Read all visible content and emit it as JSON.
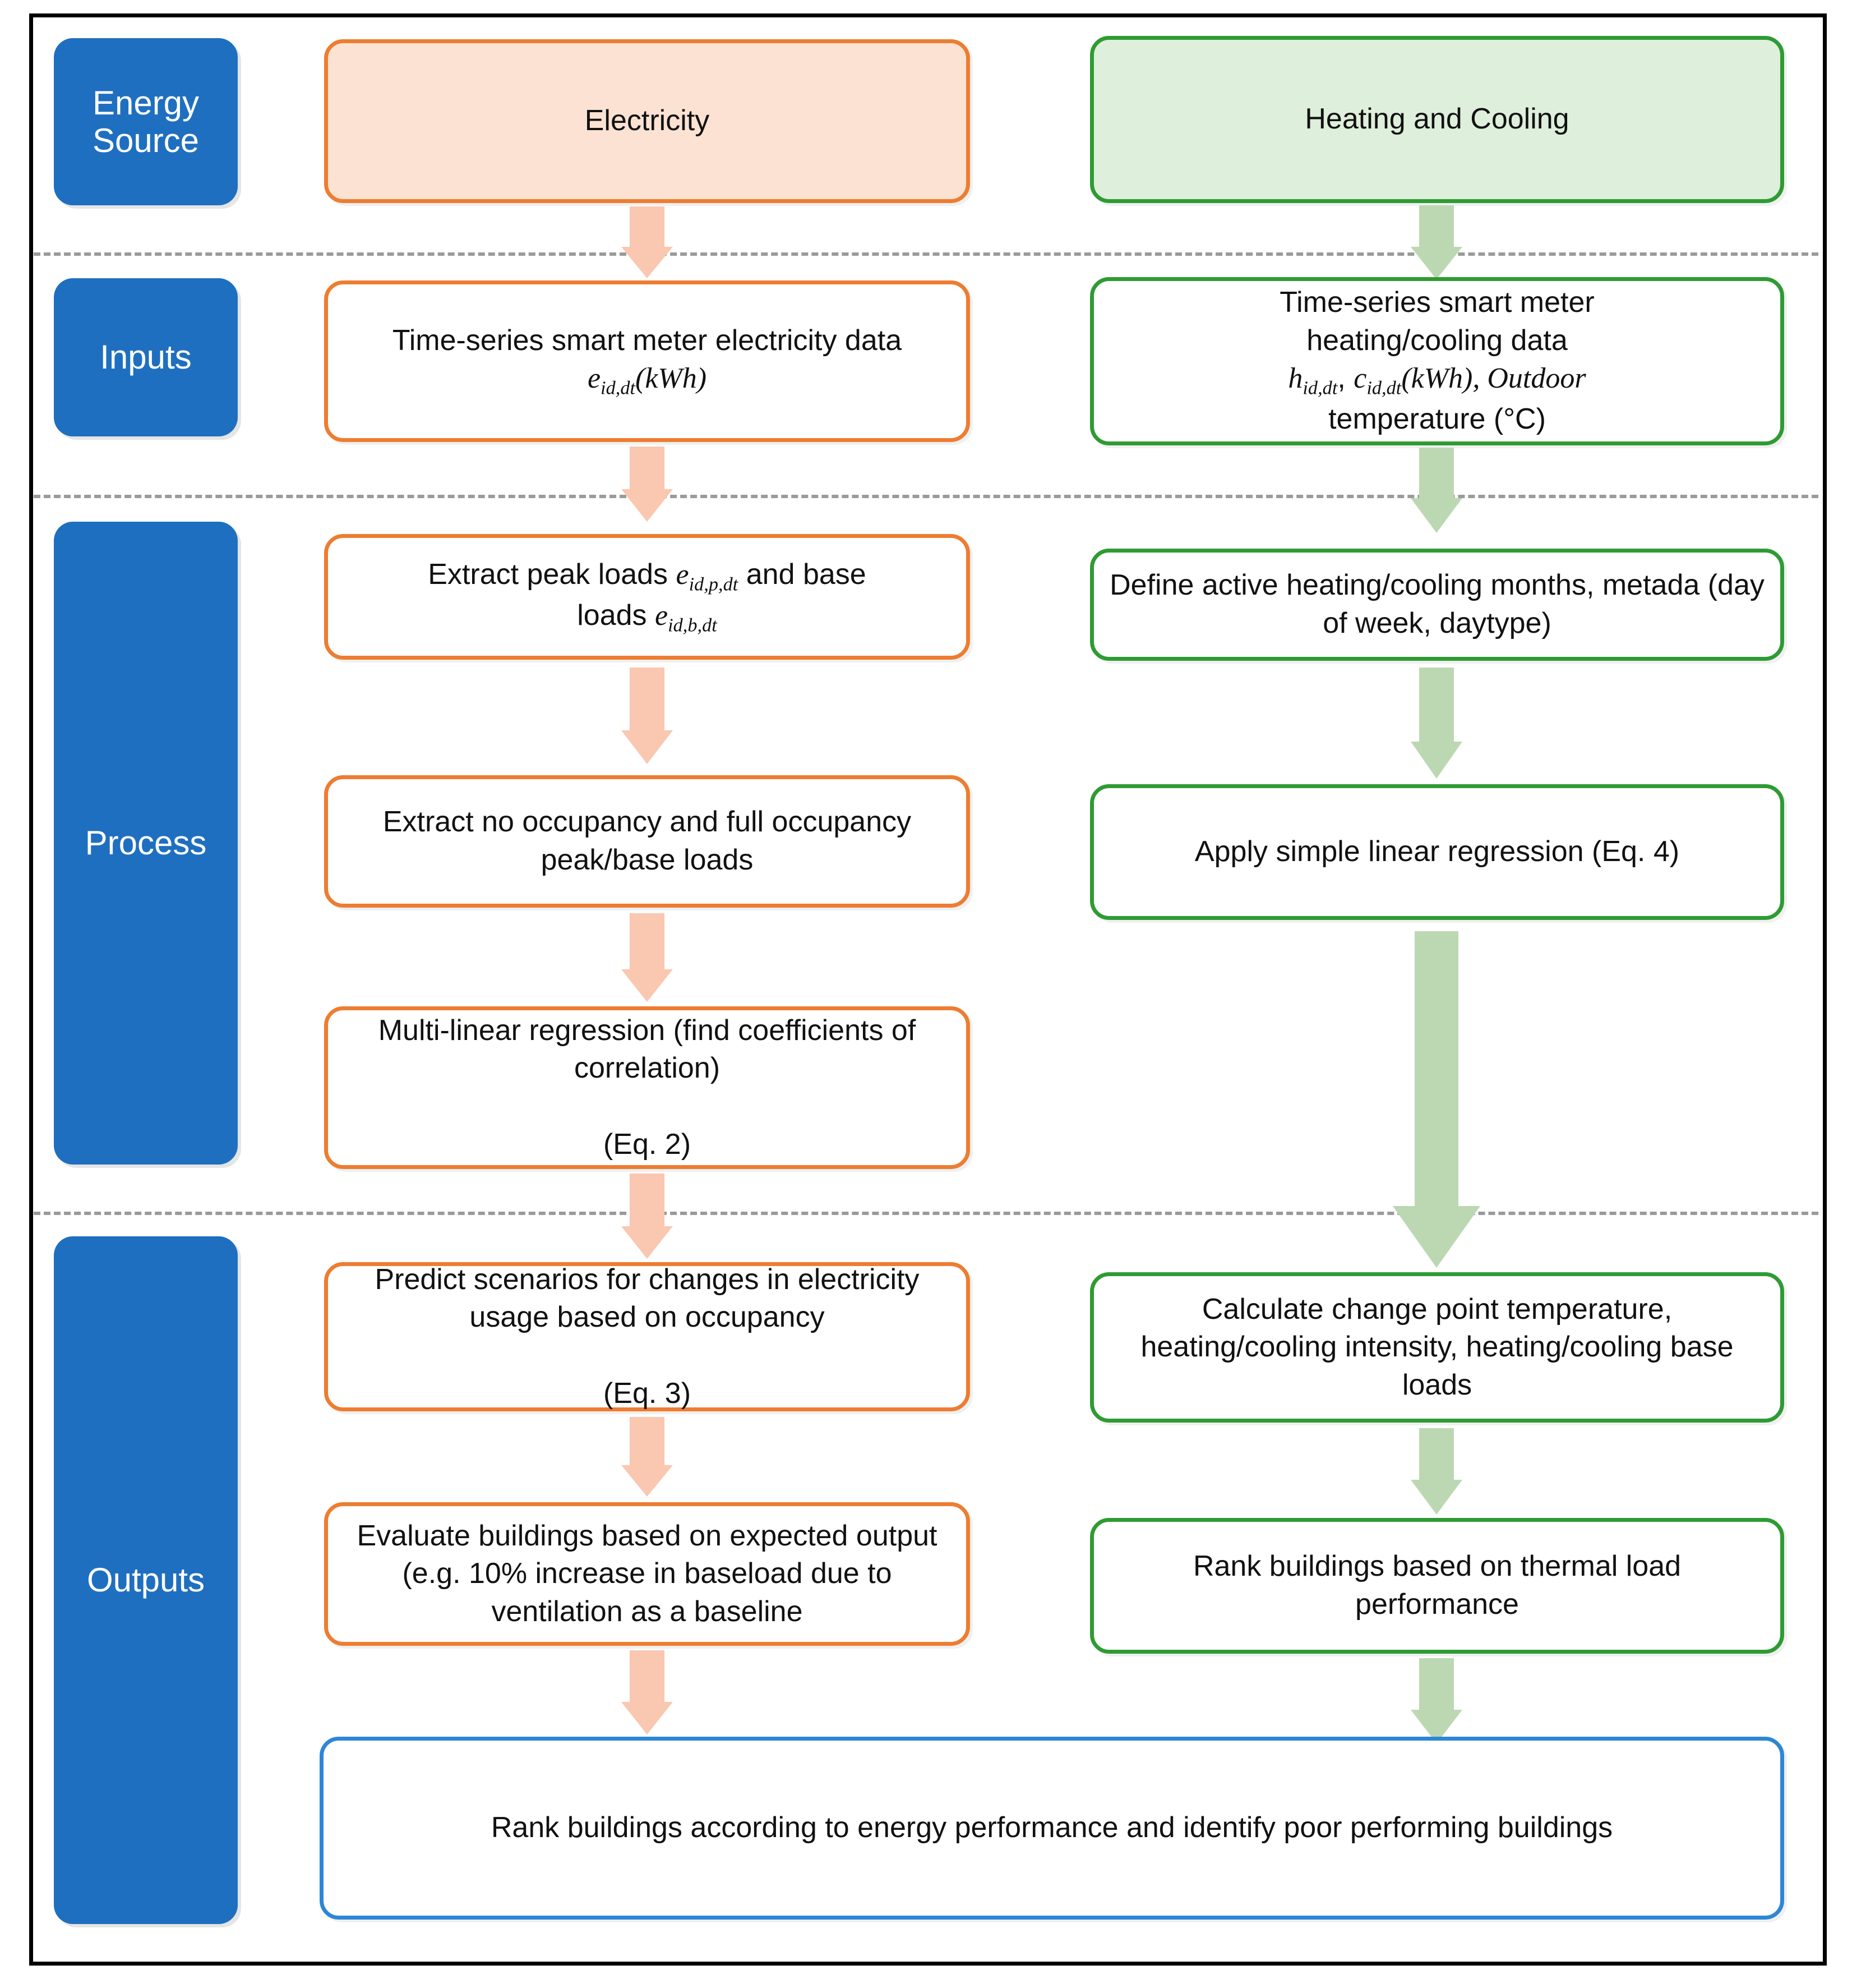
{
  "diagram": {
    "title": "Energy performance assessment methodology flowchart",
    "colors": {
      "stage_blue": "#1f6fc0",
      "electricity_border": "#ED7D31",
      "electricity_fill": "#FBE2D2",
      "thermal_border": "#2E9B33",
      "thermal_fill": "#DEEFDB",
      "final_border": "#2E86D6",
      "arrow_salmon": "#FAC7B0",
      "arrow_sage": "#BCD8B3",
      "divider": "#9a9a9a",
      "frame": "#000000"
    },
    "stages": [
      {
        "id": "energy-source",
        "label": "Energy\nSource"
      },
      {
        "id": "inputs",
        "label": "Inputs"
      },
      {
        "id": "process",
        "label": "Process"
      },
      {
        "id": "outputs",
        "label": "Outputs"
      }
    ],
    "columns": [
      {
        "id": "electricity",
        "header": "Electricity"
      },
      {
        "id": "thermal",
        "header": "Heating and Cooling"
      }
    ],
    "nodes": {
      "electricity_source": "Electricity",
      "thermal_source": "Heating and Cooling",
      "electricity_input_line1": "Time-series smart meter electricity data",
      "electricity_input_symbol_base": "e",
      "electricity_input_symbol_sub": "id,dt",
      "electricity_input_symbol_unit": "(kWh)",
      "thermal_input_line1": "Time-series smart meter",
      "thermal_input_line2": "heating/cooling data",
      "thermal_input_sym1_base": "h",
      "thermal_input_sym1_sub": "id,dt",
      "thermal_input_sym2_base": "c",
      "thermal_input_sym2_sub": "id,dt",
      "thermal_input_unit": "(kWh), Outdoor",
      "thermal_input_line4": "temperature (°C)",
      "elec_p1_a": "Extract peak loads",
      "elec_p1_sym_base": "e",
      "elec_p1_sym_sub": "id,p,dt",
      "elec_p1_b": "and base",
      "elec_p1_c": "loads",
      "elec_p1_sym2_base": "e",
      "elec_p1_sym2_sub": "id,b,dt",
      "elec_p2": "Extract no occupancy and full occupancy peak/base loads",
      "elec_p3_line1": "Multi-linear regression (find coefficients of correlation)",
      "elec_p3_line2": "(Eq. 2)",
      "thermal_p1": "Define active heating/cooling months, metada (day of week, daytype)",
      "thermal_p2": "Apply simple linear regression (Eq. 4)",
      "elec_o1_line1": "Predict scenarios for changes in electricity usage based on occupancy",
      "elec_o1_line2": "(Eq. 3)",
      "thermal_o1": "Calculate change point temperature, heating/cooling intensity, heating/cooling base loads",
      "elec_o2": "Evaluate buildings based on expected output (e.g. 10% increase in baseload due to ventilation as a baseline",
      "thermal_o2": "Rank buildings based on thermal load performance",
      "final": "Rank buildings according to  energy performance and identify poor performing buildings"
    },
    "arrows": [
      {
        "id": "arrow-electricity-source-to-input",
        "color": "salmon",
        "direction": "down"
      },
      {
        "id": "arrow-thermal-source-to-input",
        "color": "sage",
        "direction": "down"
      },
      {
        "id": "arrow-electricity-input-to-process",
        "color": "salmon",
        "direction": "down"
      },
      {
        "id": "arrow-thermal-input-to-process",
        "color": "sage",
        "direction": "down"
      },
      {
        "id": "arrow-elec-p1-to-p2",
        "color": "salmon",
        "direction": "down"
      },
      {
        "id": "arrow-thermal-p1-to-p2",
        "color": "sage",
        "direction": "down"
      },
      {
        "id": "arrow-elec-p2-to-p3",
        "color": "salmon",
        "direction": "down"
      },
      {
        "id": "arrow-elec-p3-to-o1",
        "color": "salmon",
        "direction": "down"
      },
      {
        "id": "arrow-thermal-p2-to-o1",
        "color": "sage",
        "direction": "down"
      },
      {
        "id": "arrow-elec-o1-to-o2",
        "color": "salmon",
        "direction": "down"
      },
      {
        "id": "arrow-thermal-o1-to-o2",
        "color": "sage",
        "direction": "down"
      },
      {
        "id": "arrow-elec-o2-to-final",
        "color": "salmon",
        "direction": "down"
      },
      {
        "id": "arrow-thermal-o2-to-final",
        "color": "sage",
        "direction": "down"
      }
    ]
  }
}
